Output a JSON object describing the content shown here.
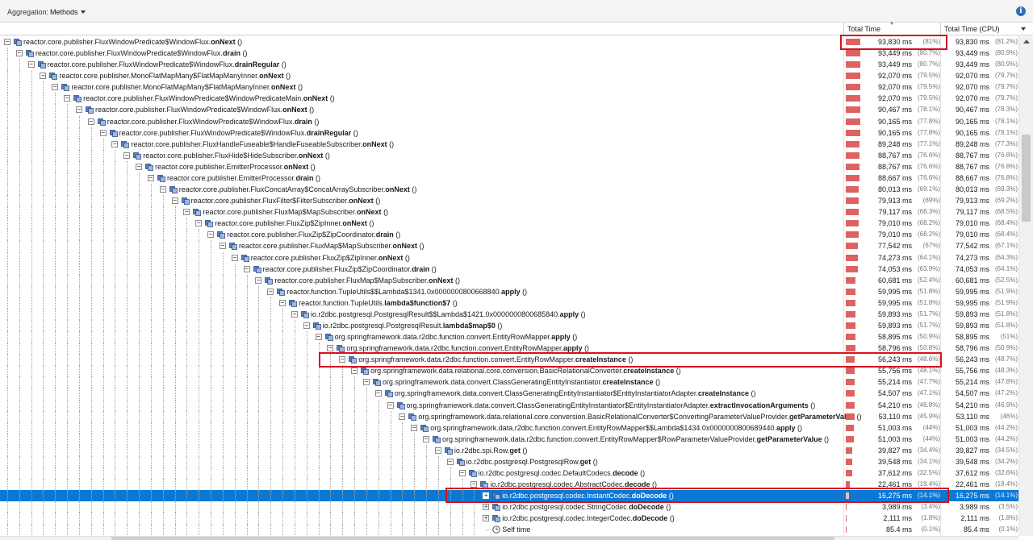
{
  "toolbar": {
    "aggregation_label": "Aggregation:",
    "aggregation_value": "Methods",
    "info_icon": "info-icon"
  },
  "columns": {
    "total_time": "Total Time",
    "total_time_cpu": "Total Time (CPU)"
  },
  "colors": {
    "bar": "#de6262",
    "selection": "#0a79d6",
    "highlight": "#d4121e"
  },
  "rows": [
    {
      "d": 0,
      "exp": "-",
      "pre": "reactor.core.publisher.FluxWindowPredicate$WindowFlux.",
      "bold": "onNext",
      "suf": " ()",
      "ms": "93,830 ms",
      "pct": "(81%)",
      "cms": "93,830 ms",
      "cpct": "(81.2%)",
      "f": 0.81
    },
    {
      "d": 1,
      "exp": "-",
      "pre": "reactor.core.publisher.FluxWindowPredicate$WindowFlux.",
      "bold": "drain",
      "suf": " ()",
      "ms": "93,449 ms",
      "pct": "(80.7%)",
      "cms": "93,449 ms",
      "cpct": "(80.9%)",
      "f": 0.807
    },
    {
      "d": 2,
      "exp": "-",
      "pre": "reactor.core.publisher.FluxWindowPredicate$WindowFlux.",
      "bold": "drainRegular",
      "suf": " ()",
      "ms": "93,449 ms",
      "pct": "(80.7%)",
      "cms": "93,449 ms",
      "cpct": "(80.9%)",
      "f": 0.807
    },
    {
      "d": 3,
      "exp": "-",
      "pre": "reactor.core.publisher.MonoFlatMapMany$FlatMapManyInner.",
      "bold": "onNext",
      "suf": " ()",
      "ms": "92,070 ms",
      "pct": "(79.5%)",
      "cms": "92,070 ms",
      "cpct": "(79.7%)",
      "f": 0.795
    },
    {
      "d": 4,
      "exp": "-",
      "pre": "reactor.core.publisher.MonoFlatMapMany$FlatMapManyInner.",
      "bold": "onNext",
      "suf": " ()",
      "ms": "92,070 ms",
      "pct": "(79.5%)",
      "cms": "92,070 ms",
      "cpct": "(79.7%)",
      "f": 0.795
    },
    {
      "d": 5,
      "exp": "-",
      "pre": "reactor.core.publisher.FluxWindowPredicate$WindowPredicateMain.",
      "bold": "onNext",
      "suf": " ()",
      "ms": "92,070 ms",
      "pct": "(79.5%)",
      "cms": "92,070 ms",
      "cpct": "(79.7%)",
      "f": 0.795
    },
    {
      "d": 6,
      "exp": "-",
      "pre": "reactor.core.publisher.FluxWindowPredicate$WindowFlux.",
      "bold": "onNext",
      "suf": " ()",
      "ms": "90,467 ms",
      "pct": "(78.1%)",
      "cms": "90,467 ms",
      "cpct": "(78.3%)",
      "f": 0.781
    },
    {
      "d": 7,
      "exp": "-",
      "pre": "reactor.core.publisher.FluxWindowPredicate$WindowFlux.",
      "bold": "drain",
      "suf": " ()",
      "ms": "90,165 ms",
      "pct": "(77.8%)",
      "cms": "90,165 ms",
      "cpct": "(78.1%)",
      "f": 0.778
    },
    {
      "d": 8,
      "exp": "-",
      "pre": "reactor.core.publisher.FluxWindowPredicate$WindowFlux.",
      "bold": "drainRegular",
      "suf": " ()",
      "ms": "90,165 ms",
      "pct": "(77.8%)",
      "cms": "90,165 ms",
      "cpct": "(78.1%)",
      "f": 0.778
    },
    {
      "d": 9,
      "exp": "-",
      "pre": "reactor.core.publisher.FluxHandleFuseable$HandleFuseableSubscriber.",
      "bold": "onNext",
      "suf": " ()",
      "ms": "89,248 ms",
      "pct": "(77.1%)",
      "cms": "89,248 ms",
      "cpct": "(77.3%)",
      "f": 0.771
    },
    {
      "d": 10,
      "exp": "-",
      "pre": "reactor.core.publisher.FluxHide$HideSubscriber.",
      "bold": "onNext",
      "suf": " ()",
      "ms": "88,767 ms",
      "pct": "(76.6%)",
      "cms": "88,767 ms",
      "cpct": "(76.8%)",
      "f": 0.766
    },
    {
      "d": 11,
      "exp": "-",
      "pre": "reactor.core.publisher.EmitterProcessor.",
      "bold": "onNext",
      "suf": " ()",
      "ms": "88,767 ms",
      "pct": "(76.6%)",
      "cms": "88,767 ms",
      "cpct": "(76.8%)",
      "f": 0.766
    },
    {
      "d": 12,
      "exp": "-",
      "pre": "reactor.core.publisher.EmitterProcessor.",
      "bold": "drain",
      "suf": " ()",
      "ms": "88,667 ms",
      "pct": "(76.6%)",
      "cms": "88,667 ms",
      "cpct": "(76.8%)",
      "f": 0.766
    },
    {
      "d": 13,
      "exp": "-",
      "pre": "reactor.core.publisher.FluxConcatArray$ConcatArraySubscriber.",
      "bold": "onNext",
      "suf": " ()",
      "ms": "80,013 ms",
      "pct": "(69.1%)",
      "cms": "80,013 ms",
      "cpct": "(69.3%)",
      "f": 0.691
    },
    {
      "d": 14,
      "exp": "-",
      "pre": "reactor.core.publisher.FluxFilter$FilterSubscriber.",
      "bold": "onNext",
      "suf": " ()",
      "ms": "79,913 ms",
      "pct": "(69%)",
      "cms": "79,913 ms",
      "cpct": "(69.2%)",
      "f": 0.69
    },
    {
      "d": 15,
      "exp": "-",
      "pre": "reactor.core.publisher.FluxMap$MapSubscriber.",
      "bold": "onNext",
      "suf": " ()",
      "ms": "79,117 ms",
      "pct": "(68.3%)",
      "cms": "79,117 ms",
      "cpct": "(68.5%)",
      "f": 0.683
    },
    {
      "d": 16,
      "exp": "-",
      "pre": "reactor.core.publisher.FluxZip$ZipInner.",
      "bold": "onNext",
      "suf": " ()",
      "ms": "79,010 ms",
      "pct": "(68.2%)",
      "cms": "79,010 ms",
      "cpct": "(68.4%)",
      "f": 0.682
    },
    {
      "d": 17,
      "exp": "-",
      "pre": "reactor.core.publisher.FluxZip$ZipCoordinator.",
      "bold": "drain",
      "suf": " ()",
      "ms": "79,010 ms",
      "pct": "(68.2%)",
      "cms": "79,010 ms",
      "cpct": "(68.4%)",
      "f": 0.682
    },
    {
      "d": 18,
      "exp": "-",
      "pre": "reactor.core.publisher.FluxMap$MapSubscriber.",
      "bold": "onNext",
      "suf": " ()",
      "ms": "77,542 ms",
      "pct": "(67%)",
      "cms": "77,542 ms",
      "cpct": "(67.1%)",
      "f": 0.67
    },
    {
      "d": 19,
      "exp": "-",
      "pre": "reactor.core.publisher.FluxZip$ZipInner.",
      "bold": "onNext",
      "suf": " ()",
      "ms": "74,273 ms",
      "pct": "(64.1%)",
      "cms": "74,273 ms",
      "cpct": "(64.3%)",
      "f": 0.641
    },
    {
      "d": 20,
      "exp": "-",
      "pre": "reactor.core.publisher.FluxZip$ZipCoordinator.",
      "bold": "drain",
      "suf": " ()",
      "ms": "74,053 ms",
      "pct": "(63.9%)",
      "cms": "74,053 ms",
      "cpct": "(64.1%)",
      "f": 0.639
    },
    {
      "d": 21,
      "exp": "-",
      "pre": "reactor.core.publisher.FluxMap$MapSubscriber.",
      "bold": "onNext",
      "suf": " ()",
      "ms": "60,681 ms",
      "pct": "(52.4%)",
      "cms": "60,681 ms",
      "cpct": "(52.5%)",
      "f": 0.524
    },
    {
      "d": 22,
      "exp": "-",
      "pre": "reactor.function.TupleUtils$$Lambda$1341.0x0000000800668840.",
      "bold": "apply",
      "suf": " ()",
      "ms": "59,995 ms",
      "pct": "(51.8%)",
      "cms": "59,995 ms",
      "cpct": "(51.9%)",
      "f": 0.518
    },
    {
      "d": 23,
      "exp": "-",
      "pre": "reactor.function.TupleUtils.",
      "bold": "lambda$function$7",
      "suf": " ()",
      "ms": "59,995 ms",
      "pct": "(51.8%)",
      "cms": "59,995 ms",
      "cpct": "(51.9%)",
      "f": 0.518
    },
    {
      "d": 24,
      "exp": "-",
      "pre": "io.r2dbc.postgresql.PostgresqlResult$$Lambda$1421.0x0000000800685840.",
      "bold": "apply",
      "suf": " ()",
      "ms": "59,893 ms",
      "pct": "(51.7%)",
      "cms": "59,893 ms",
      "cpct": "(51.8%)",
      "f": 0.517
    },
    {
      "d": 25,
      "exp": "-",
      "pre": "io.r2dbc.postgresql.PostgresqlResult.",
      "bold": "lambda$map$0",
      "suf": " ()",
      "ms": "59,893 ms",
      "pct": "(51.7%)",
      "cms": "59,893 ms",
      "cpct": "(51.8%)",
      "f": 0.517
    },
    {
      "d": 26,
      "exp": "-",
      "pre": "org.springframework.data.r2dbc.function.convert.EntityRowMapper.",
      "bold": "apply",
      "suf": " ()",
      "ms": "58,895 ms",
      "pct": "(50.9%)",
      "cms": "58,895 ms",
      "cpct": "(51%)",
      "f": 0.509
    },
    {
      "d": 27,
      "exp": "-",
      "pre": "org.springframework.data.r2dbc.function.convert.EntityRowMapper.",
      "bold": "apply",
      "suf": " ()",
      "ms": "58,796 ms",
      "pct": "(50.8%)",
      "cms": "58,796 ms",
      "cpct": "(50.9%)",
      "f": 0.508
    },
    {
      "d": 28,
      "exp": "-",
      "pre": "org.springframework.data.r2dbc.function.convert.EntityRowMapper.",
      "bold": "createInstance",
      "suf": " ()",
      "ms": "56,243 ms",
      "pct": "(48.6%)",
      "cms": "56,243 ms",
      "cpct": "(48.7%)",
      "f": 0.486
    },
    {
      "d": 29,
      "exp": "-",
      "pre": "org.springframework.data.relational.core.conversion.BasicRelationalConverter.",
      "bold": "createInstance",
      "suf": " ()",
      "ms": "55,756 ms",
      "pct": "(48.1%)",
      "cms": "55,756 ms",
      "cpct": "(48.3%)",
      "f": 0.481
    },
    {
      "d": 30,
      "exp": "-",
      "pre": "org.springframework.data.convert.ClassGeneratingEntityInstantiator.",
      "bold": "createInstance",
      "suf": " ()",
      "ms": "55,214 ms",
      "pct": "(47.7%)",
      "cms": "55,214 ms",
      "cpct": "(47.8%)",
      "f": 0.477
    },
    {
      "d": 31,
      "exp": "-",
      "pre": "org.springframework.data.convert.ClassGeneratingEntityInstantiator$EntityInstantiatorAdapter.",
      "bold": "createInstance",
      "suf": " ()",
      "ms": "54,507 ms",
      "pct": "(47.1%)",
      "cms": "54,507 ms",
      "cpct": "(47.2%)",
      "f": 0.471
    },
    {
      "d": 32,
      "exp": "-",
      "pre": "org.springframework.data.convert.ClassGeneratingEntityInstantiator$EntityInstantiatorAdapter.",
      "bold": "extractInvocationArguments",
      "suf": " ()",
      "ms": "54,210 ms",
      "pct": "(46.8%)",
      "cms": "54,210 ms",
      "cpct": "(46.9%)",
      "f": 0.468
    },
    {
      "d": 33,
      "exp": "-",
      "pre": "org.springframework.data.relational.core.conversion.BasicRelationalConverter$ConvertingParameterValueProvider.",
      "bold": "getParameterValue",
      "suf": " ()",
      "ms": "53,110 ms",
      "pct": "(45.9%)",
      "cms": "53,110 ms",
      "cpct": "(46%)",
      "f": 0.459
    },
    {
      "d": 34,
      "exp": "-",
      "pre": "org.springframework.data.r2dbc.function.convert.EntityRowMapper$$Lambda$1434.0x0000000800689440.",
      "bold": "apply",
      "suf": " ()",
      "ms": "51,003 ms",
      "pct": "(44%)",
      "cms": "51,003 ms",
      "cpct": "(44.2%)",
      "f": 0.44
    },
    {
      "d": 35,
      "exp": "-",
      "pre": "org.springframework.data.r2dbc.function.convert.EntityRowMapper$RowParameterValueProvider.",
      "bold": "getParameterValue",
      "suf": " ()",
      "ms": "51,003 ms",
      "pct": "(44%)",
      "cms": "51,003 ms",
      "cpct": "(44.2%)",
      "f": 0.44
    },
    {
      "d": 36,
      "exp": "-",
      "pre": "io.r2dbc.spi.Row.",
      "bold": "get",
      "suf": " ()",
      "ms": "39,827 ms",
      "pct": "(34.4%)",
      "cms": "39,827 ms",
      "cpct": "(34.5%)",
      "f": 0.344
    },
    {
      "d": 37,
      "exp": "-",
      "pre": "io.r2dbc.postgresql.PostgresqlRow.",
      "bold": "get",
      "suf": " ()",
      "ms": "39,548 ms",
      "pct": "(34.1%)",
      "cms": "39,548 ms",
      "cpct": "(34.2%)",
      "f": 0.341
    },
    {
      "d": 38,
      "exp": "-",
      "pre": "io.r2dbc.postgresql.codec.DefaultCodecs.",
      "bold": "decode",
      "suf": " ()",
      "ms": "37,612 ms",
      "pct": "(32.5%)",
      "cms": "37,612 ms",
      "cpct": "(32.6%)",
      "f": 0.325
    },
    {
      "d": 39,
      "exp": "-",
      "pre": "io.r2dbc.postgresql.codec.AbstractCodec.",
      "bold": "decode",
      "suf": " ()",
      "ms": "22,461 ms",
      "pct": "(19.4%)",
      "cms": "22,461 ms",
      "cpct": "(19.4%)",
      "f": 0.194
    },
    {
      "d": 40,
      "exp": "+",
      "pre": "io.r2dbc.postgresql.codec.InstantCodec.",
      "bold": "doDecode",
      "suf": " ()",
      "ms": "16,275 ms",
      "pct": "(14.1%)",
      "cms": "16,275 ms",
      "cpct": "(14.1%)",
      "f": 0.141,
      "selected": true
    },
    {
      "d": 40,
      "exp": "+",
      "pre": "io.r2dbc.postgresql.codec.StringCodec.",
      "bold": "doDecode",
      "suf": " ()",
      "ms": "3,989 ms",
      "pct": "(3.4%)",
      "cms": "3,989 ms",
      "cpct": "(3.5%)",
      "f": 0.034
    },
    {
      "d": 40,
      "exp": "+",
      "pre": "io.r2dbc.postgresql.codec.IntegerCodec.",
      "bold": "doDecode",
      "suf": " ()",
      "ms": "2,111 ms",
      "pct": "(1.8%)",
      "cms": "2,111 ms",
      "cpct": "(1.8%)",
      "f": 0.018
    },
    {
      "d": 40,
      "exp": "",
      "pre": "Self time",
      "bold": "",
      "suf": "",
      "ms": "85.4 ms",
      "pct": "(0.1%)",
      "cms": "85.4 ms",
      "cpct": "(0.1%)",
      "f": 0.001,
      "self": true
    }
  ]
}
